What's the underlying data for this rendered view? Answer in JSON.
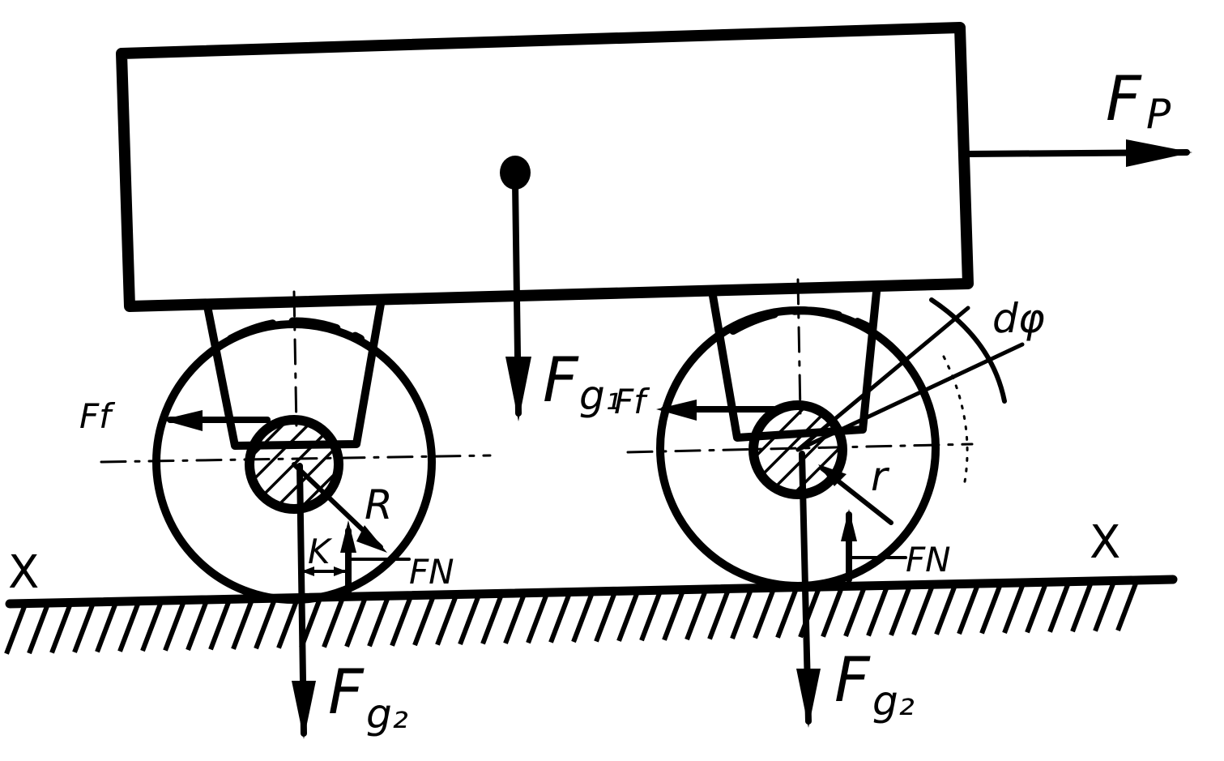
{
  "labels": {
    "fp_main": "F",
    "fp_sub": "P",
    "fg1_main": "F",
    "fg1_sub": "g₁",
    "fg2_left_main": "F",
    "fg2_left_sub": "g₂",
    "fg2_right_main": "F",
    "fg2_right_sub": "g₂",
    "ff_left": "Ff",
    "ff_right": "Ff",
    "fn_left": "FN",
    "fn_right": "FN",
    "radius_R": "R",
    "radius_r": "r",
    "k": "K",
    "dphi": "dφ",
    "axis_x_left": "X",
    "axis_x_right": "X"
  }
}
